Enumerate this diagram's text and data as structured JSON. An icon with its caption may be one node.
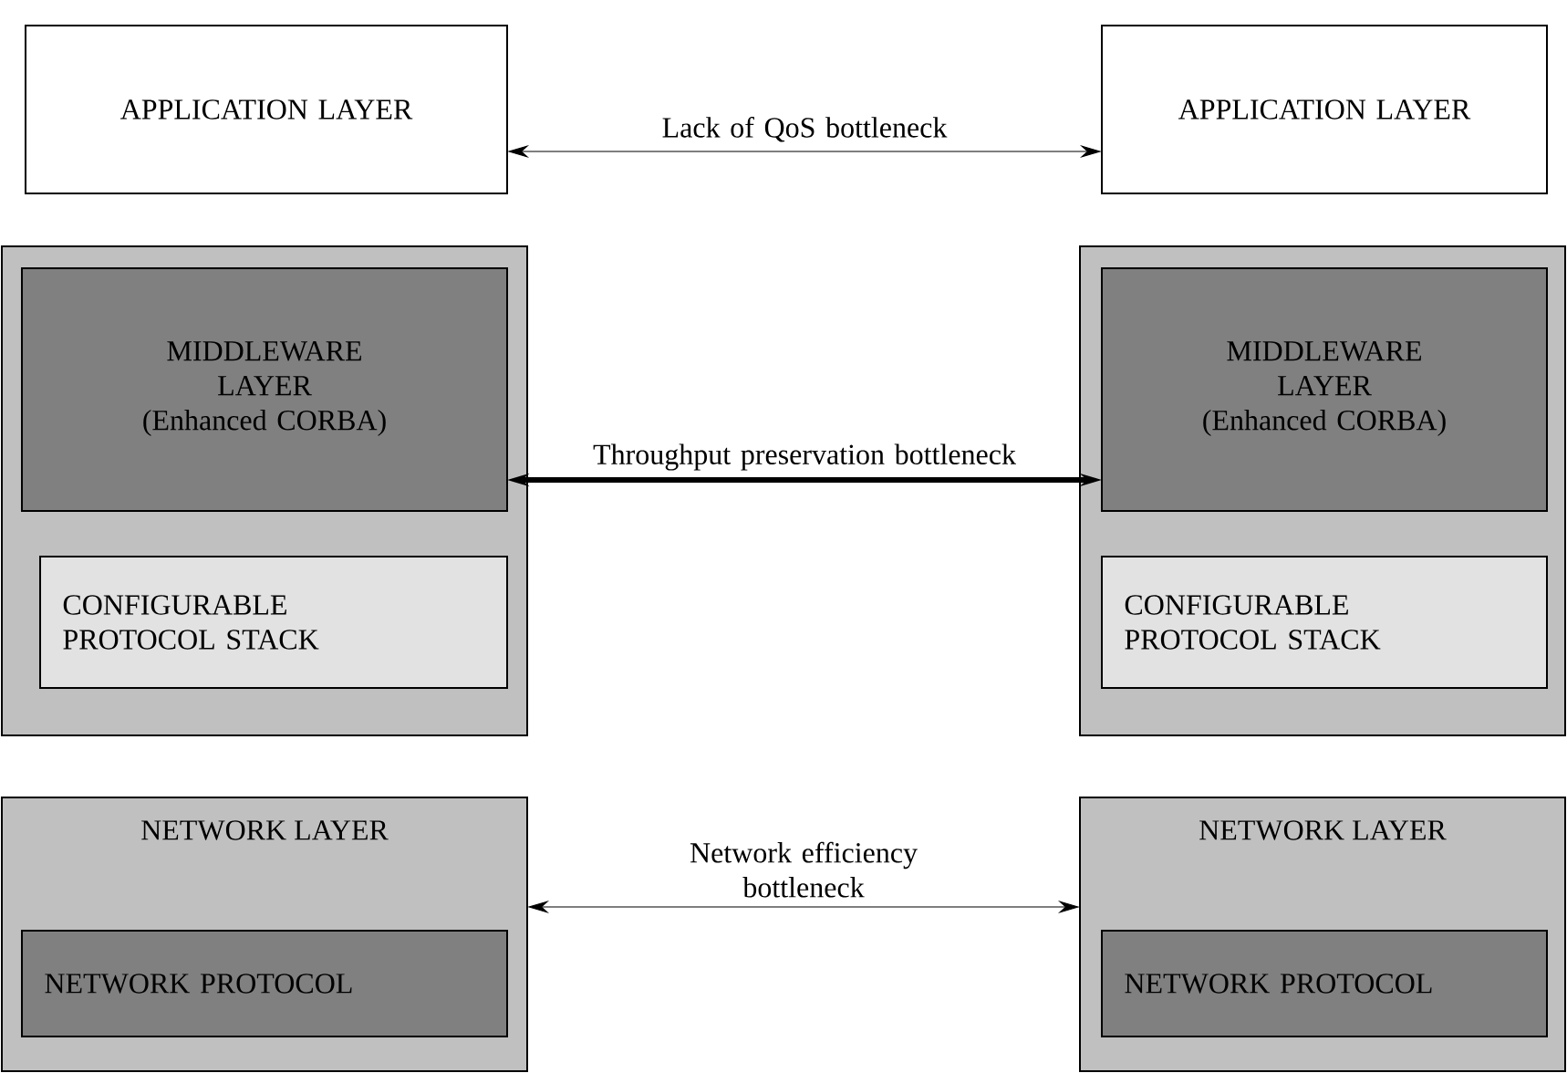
{
  "diagram": {
    "nodes": [
      {
        "text": [
          "APPLICATION LAYER"
        ]
      },
      {
        "text": [
          "APPLICATION LAYER"
        ]
      },
      {
        "text": [],
        "shape": "box"
      },
      {
        "text": [
          "MIDDLEWARE LAYER",
          "(Enhanced CORBA)"
        ],
        "in": 2
      },
      {
        "text": [
          "CONFIGURABLE PROTOCOL STACK"
        ],
        "in": 2
      },
      {
        "text": [],
        "shape": "box"
      },
      {
        "text": [
          "MIDDLEWARE LAYER",
          "(Enhanced CORBA)"
        ],
        "in": 5
      },
      {
        "text": [
          "CONFIGURABLE PROTOCOL STACK"
        ],
        "in": 5
      },
      {
        "text": [
          "NETWORK LAYER"
        ]
      },
      {
        "text": [
          "NETWORK PROTOCOL"
        ],
        "in": 8
      },
      {
        "text": [
          "NETWORK LAYER"
        ]
      },
      {
        "text": [
          "NETWORK PROTOCOL"
        ],
        "in": 10
      }
    ],
    "edges": [
      {
        "from": 0,
        "to": 1,
        "arrow": "both",
        "label": "Lack of QoS bottleneck"
      },
      {
        "from": 3,
        "to": 6,
        "arrow": "both",
        "label": "Throughput preservation bottleneck",
        "style": "thick"
      },
      {
        "from": 8,
        "to": 10,
        "arrow": "both",
        "label": "Network efficiency bottleneck"
      }
    ]
  }
}
